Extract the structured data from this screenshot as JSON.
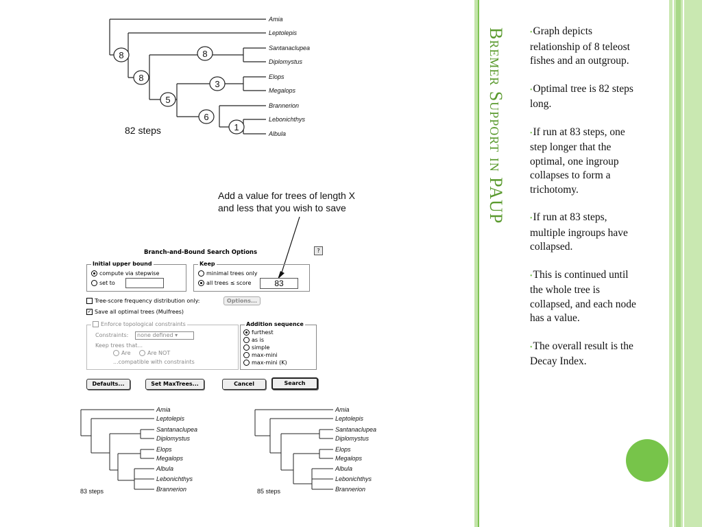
{
  "title": "Bremer Support in PAUP",
  "bullets": [
    "Graph depicts relationship of 8 teleost fishes and an outgroup.",
    "Optimal tree is 82 steps long.",
    "If run at 83 steps, one step longer that the optimal, one ingroup collapses to form a trichotomy.",
    "If run at 83 steps, multiple ingroups have collapsed.",
    "This is continued until the whole tree is collapsed, and each node has a value.",
    "The overall result is the Decay Index."
  ],
  "top_tree": {
    "taxa": [
      "Amia",
      "Leptolepis",
      "Santanaclupea",
      "Diplomystus",
      "Elops",
      "Megalops",
      "Brannerion",
      "Lebonichthys",
      "Albula"
    ],
    "node_values": [
      "8",
      "8",
      "8",
      "5",
      "3",
      "6",
      "1"
    ],
    "steps": "82 steps"
  },
  "callout": {
    "line1": "Add a value for trees of length X",
    "line2": "and less that you wish to save"
  },
  "dialog": {
    "title": "Branch-and-Bound Search Options",
    "help": "?",
    "initial_upper_bound": {
      "label": "Initial upper bound",
      "compute": "compute via stepwise",
      "set_to": "set to"
    },
    "keep": {
      "label": "Keep",
      "minimal": "minimal trees only",
      "all_trees": "all trees ≤ score",
      "score_value": "83"
    },
    "tree_score_freq": "Tree-score frequency distribution only:",
    "options_btn": "Options...",
    "save_all": "Save all optimal trees (Mulfrees)",
    "enforce": "Enforce topological constraints",
    "constraints_label": "Constraints:",
    "constraints_value": "none defined",
    "keep_trees_that": "Keep trees that...",
    "are": "Are",
    "are_not": "Are NOT",
    "compatible": "...compatible with constraints",
    "addition_sequence": {
      "label": "Addition sequence",
      "options": [
        "furthest",
        "as is",
        "simple",
        "max-mini",
        "max-mini (K)"
      ]
    },
    "buttons": {
      "defaults": "Defaults...",
      "set_maxtrees": "Set MaxTrees...",
      "cancel": "Cancel",
      "search": "Search"
    }
  },
  "tree_83": {
    "taxa": [
      "Amia",
      "Leptolepis",
      "Santanaclupea",
      "Diplomystus",
      "Elops",
      "Megalops",
      "Albula",
      "Lebonichthys",
      "Brannerion"
    ],
    "steps": "83 steps"
  },
  "tree_85": {
    "taxa": [
      "Amia",
      "Leptolepis",
      "Santanaclupea",
      "Diplomystus",
      "Elops",
      "Megalops",
      "Albula",
      "Lebonichthys",
      "Brannerion"
    ],
    "steps": "85 steps"
  }
}
